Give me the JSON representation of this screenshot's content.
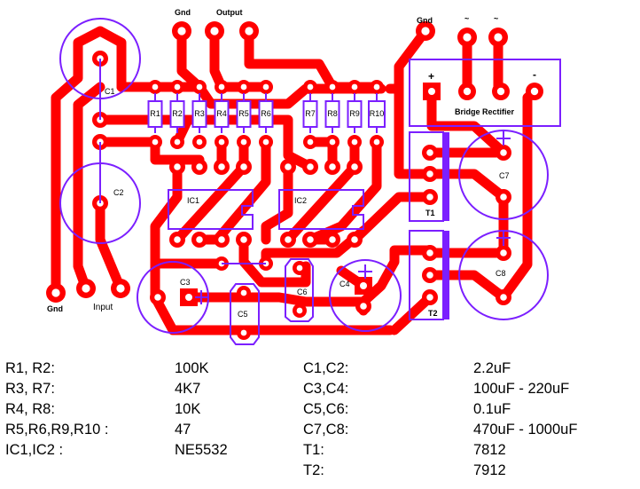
{
  "board": {
    "title": "Dual op-amp preamplifier PCB layout (NE5532)",
    "connectors": {
      "gnd_top": "Gnd",
      "output": "Output",
      "gnd_power": "Gnd",
      "ac1": "~",
      "ac2": "~",
      "gnd_input": "Gnd",
      "input": "Input"
    },
    "bridge": {
      "label": "Bridge Rectifier",
      "plus": "+",
      "minus": "-"
    },
    "resistors": [
      "R1",
      "R2",
      "R3",
      "R4",
      "R5",
      "R6",
      "R7",
      "R8",
      "R9",
      "R10"
    ],
    "ics": [
      "IC1",
      "IC2"
    ],
    "capacitors": [
      "C1",
      "C2",
      "C3",
      "C4",
      "C5",
      "C6",
      "C7",
      "C8"
    ],
    "regulators": [
      "T1",
      "T2"
    ],
    "colors": {
      "copper": "#ff0000",
      "silkscreen": "#7b1fff",
      "background": "#ffffff"
    }
  },
  "parts_list": {
    "left": [
      {
        "ref": "R1, R2:",
        "value": "100K"
      },
      {
        "ref": "R3, R7:",
        "value": "4K7"
      },
      {
        "ref": "R4, R8:",
        "value": "10K"
      },
      {
        "ref": "R5,R6,R9,R10 :",
        "value": "47"
      },
      {
        "ref": "IC1,IC2 :",
        "value": "NE5532"
      }
    ],
    "right": [
      {
        "ref": "C1,C2:",
        "value": "2.2uF"
      },
      {
        "ref": "C3,C4:",
        "value": "100uF - 220uF"
      },
      {
        "ref": "C5,C6:",
        "value": "0.1uF"
      },
      {
        "ref": "C7,C8:",
        "value": "470uF - 1000uF"
      },
      {
        "ref": "T1:",
        "value": "7812"
      },
      {
        "ref": "T2:",
        "value": "7912"
      }
    ]
  }
}
